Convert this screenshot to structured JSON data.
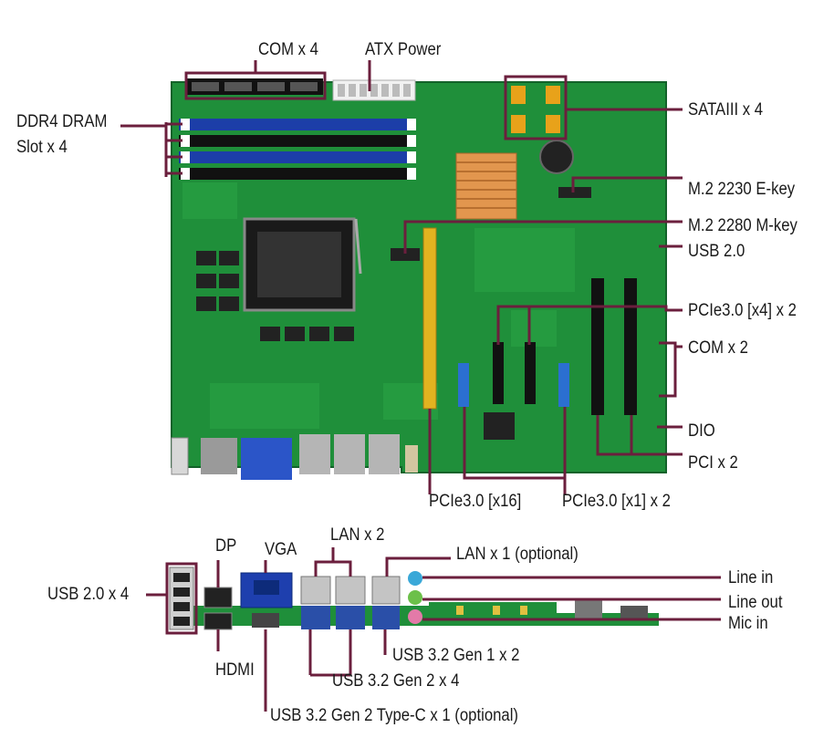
{
  "colors": {
    "callout": "#6b1f3d",
    "pcb": "#1f8f3a",
    "pcb_dark": "#13622a",
    "dimm_blue": "#1c3ea8",
    "dimm_black": "#111111",
    "pcie_gold": "#e2b320",
    "pcie_blue": "#2b6fd1",
    "sata_orange": "#e8a21a",
    "heatsink": "#e2964e"
  },
  "board_labels": {
    "com_top": "COM x 4",
    "atx_power": "ATX Power",
    "ddr4": "DDR4 DRAM Slot x 4",
    "sata": "SATAIII x 4",
    "m2_e": "M.2 2230 E-key",
    "m2_m": "M.2 2280 M-key",
    "usb20": "USB 2.0",
    "pcie_x4": "PCIe3.0 [x4] x 2",
    "com_right": "COM x 2",
    "dio": "DIO",
    "pci": "PCI x 2",
    "pcie_x16": "PCIe3.0 [x16]",
    "pcie_x1": "PCIe3.0 [x1] x 2"
  },
  "io_labels": {
    "lan_x2": "LAN x 2",
    "dp": "DP",
    "vga": "VGA",
    "lan_x1": "LAN x 1 (optional)",
    "usb20_x4": "USB 2.0 x 4",
    "line_in": "Line in",
    "line_out": "Line out",
    "mic_in": "Mic in",
    "hdmi": "HDMI",
    "usb32_gen1": "USB 3.2 Gen 1 x 2",
    "usb32_gen2": "USB 3.2 Gen 2 x 4",
    "usb32_typec": "USB 3.2 Gen 2 Type-C x 1 (optional)"
  },
  "icons": [
    "cpu-socket-icon",
    "heatsink-icon",
    "coin-battery-icon"
  ]
}
